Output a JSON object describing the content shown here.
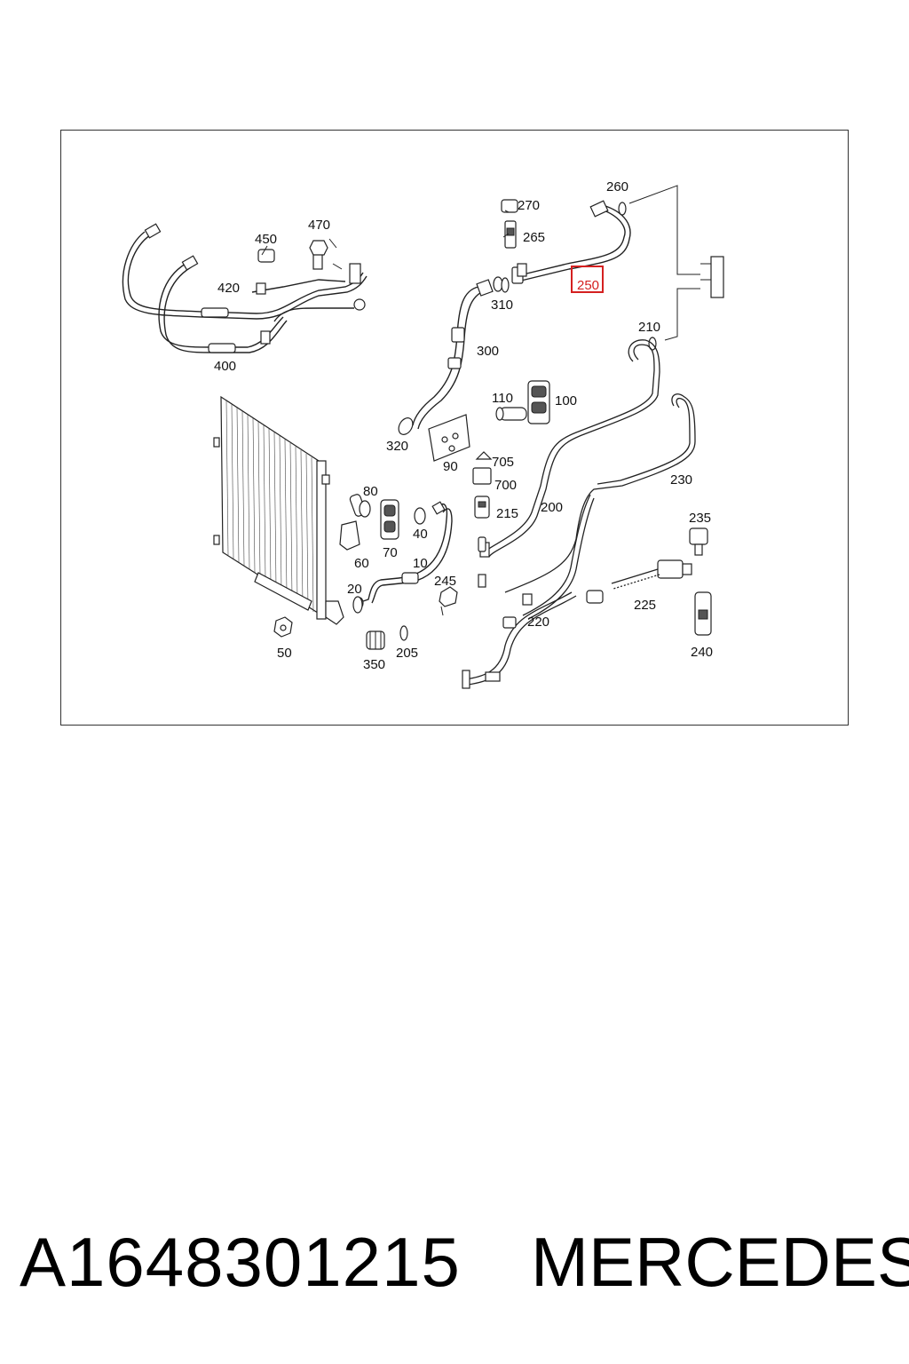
{
  "diagram": {
    "callouts": [
      {
        "id": "260",
        "text": "260"
      },
      {
        "id": "270",
        "text": "270"
      },
      {
        "id": "265",
        "text": "265"
      },
      {
        "id": "470",
        "text": "470"
      },
      {
        "id": "450",
        "text": "450"
      },
      {
        "id": "420",
        "text": "420"
      },
      {
        "id": "250",
        "text": "250",
        "highlighted": true
      },
      {
        "id": "310",
        "text": "310"
      },
      {
        "id": "210",
        "text": "210"
      },
      {
        "id": "400",
        "text": "400"
      },
      {
        "id": "300",
        "text": "300"
      },
      {
        "id": "110",
        "text": "110"
      },
      {
        "id": "100",
        "text": "100"
      },
      {
        "id": "320",
        "text": "320"
      },
      {
        "id": "90",
        "text": "90"
      },
      {
        "id": "705",
        "text": "705"
      },
      {
        "id": "700",
        "text": "700"
      },
      {
        "id": "230",
        "text": "230"
      },
      {
        "id": "80",
        "text": "80"
      },
      {
        "id": "200",
        "text": "200"
      },
      {
        "id": "215",
        "text": "215"
      },
      {
        "id": "235",
        "text": "235"
      },
      {
        "id": "40",
        "text": "40"
      },
      {
        "id": "60",
        "text": "60"
      },
      {
        "id": "70",
        "text": "70"
      },
      {
        "id": "10",
        "text": "10"
      },
      {
        "id": "245",
        "text": "245"
      },
      {
        "id": "20",
        "text": "20"
      },
      {
        "id": "225",
        "text": "225"
      },
      {
        "id": "220",
        "text": "220"
      },
      {
        "id": "50",
        "text": "50"
      },
      {
        "id": "350",
        "text": "350"
      },
      {
        "id": "205",
        "text": "205"
      },
      {
        "id": "240",
        "text": "240"
      }
    ],
    "highlight_color": "#d42020",
    "line_color": "#222222"
  },
  "footer": {
    "part_number": "A1648301215",
    "brand": "MERCEDES"
  }
}
